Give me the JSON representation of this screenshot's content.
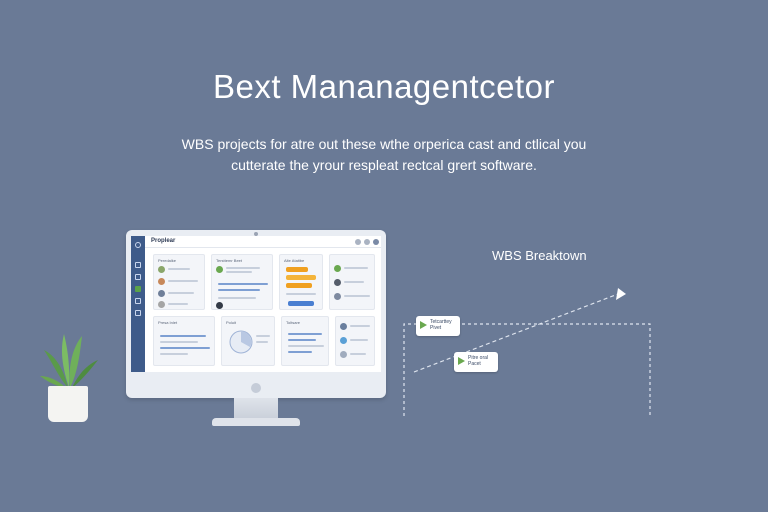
{
  "hero": {
    "title": "Bext Mananagentcetor",
    "subtitle_line1": "WBS projects for atre out these wthe orperica cast and ctlical you",
    "subtitle_line2": "cutterate the yrour respleat rectcal grert software."
  },
  "diagram": {
    "label": "WBS Breaktown",
    "node1": "Tetcarttey\nPivet",
    "node2": "Pitre oral\nPacet"
  },
  "app": {
    "title": "Proplear",
    "card1_header": "Peredalke",
    "card2_header": "Tersttemr Beet",
    "card3_header": "Alte Ataltbe",
    "card4_header": "Presa Inlet",
    "card5_header": "Poluit",
    "card6_header": "Toltsare"
  },
  "colors": {
    "background": "#6a7a96",
    "sidebar": "#3e5b8a",
    "accent_green": "#6aa84f",
    "accent_blue": "#4a7fd1",
    "accent_orange": "#f0a020"
  }
}
